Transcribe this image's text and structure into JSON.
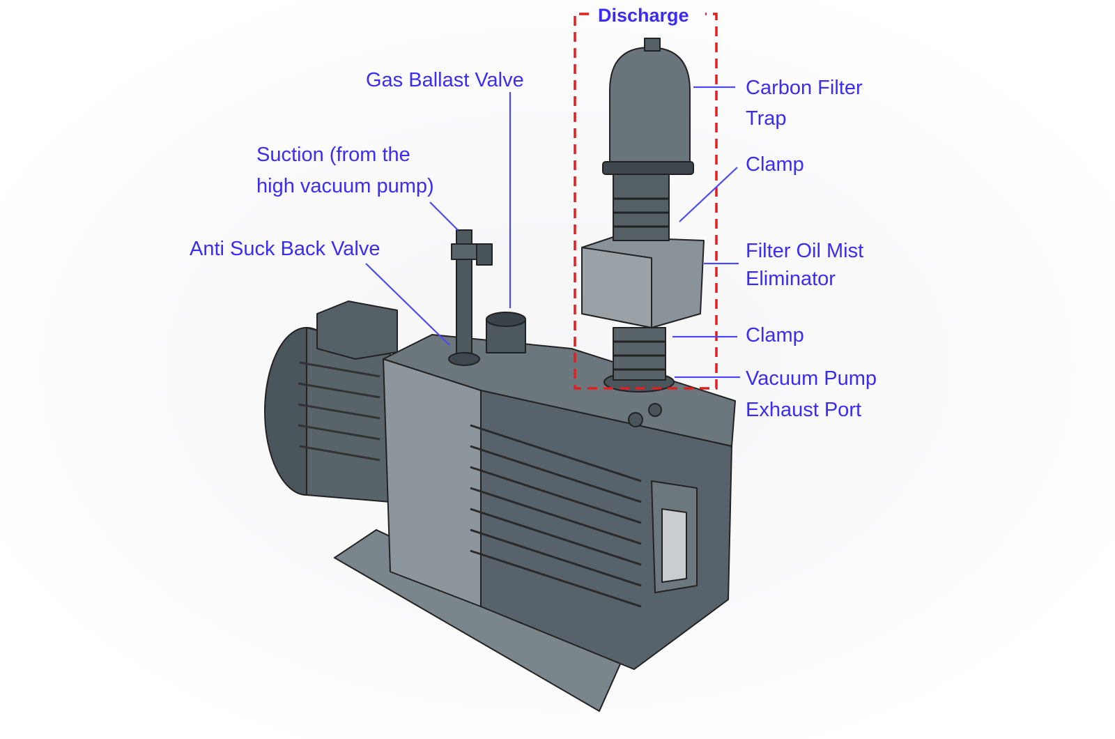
{
  "diagram": {
    "group_label": "Discharge",
    "labels": {
      "gas_ballast_valve": "Gas Ballast Valve",
      "suction_line1": "Suction (from the",
      "suction_line2": "high vacuum pump)",
      "anti_suck_back_valve": "Anti Suck Back Valve",
      "carbon_filter_line1": "Carbon Filter",
      "carbon_filter_line2": "Trap",
      "clamp_upper": "Clamp",
      "oil_mist_line1": "Filter Oil Mist",
      "oil_mist_line2": "Eliminator",
      "clamp_lower": "Clamp",
      "exhaust_line1": "Vacuum Pump",
      "exhaust_line2": "Exhaust Port"
    },
    "colors": {
      "label": "#3b2cf5",
      "leader": "#4a4af5",
      "discharge_box": "#e02020",
      "body": "#5f6a72"
    }
  }
}
